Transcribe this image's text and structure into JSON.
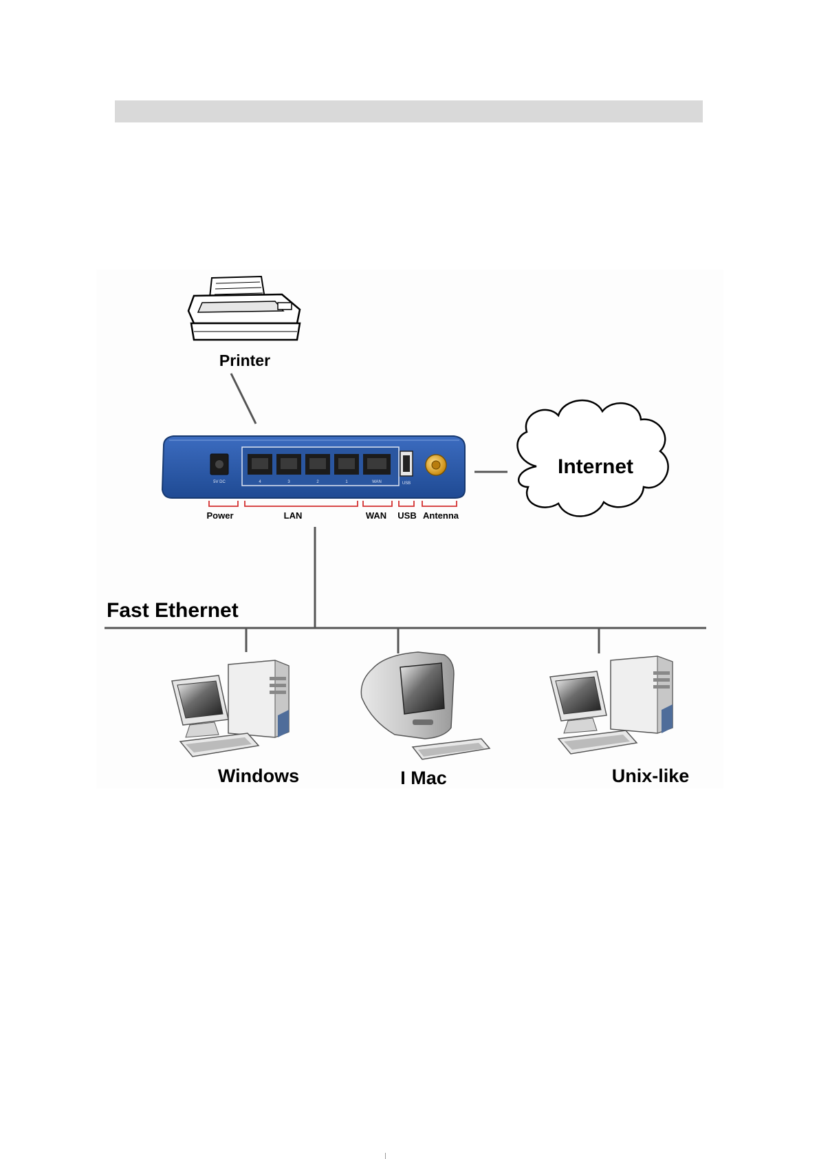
{
  "header_bar_color": "#d9d9d9",
  "devices": {
    "printer": "Printer",
    "internet": "Internet",
    "windows": "Windows",
    "imac": "I Mac",
    "unix": "Unix-like"
  },
  "network": {
    "backbone": "Fast Ethernet"
  },
  "router": {
    "color": "#2f5ba8",
    "port_labels": {
      "power": "5V DC",
      "lan4": "4",
      "lan3": "3",
      "lan2": "2",
      "lan1": "1",
      "wan": "WAN",
      "usb": "USB"
    }
  },
  "callouts": {
    "power": "Power",
    "lan": "LAN",
    "wan": "WAN",
    "usb": "USB",
    "antenna": "Antenna"
  },
  "callout_color": "#d32f2f"
}
